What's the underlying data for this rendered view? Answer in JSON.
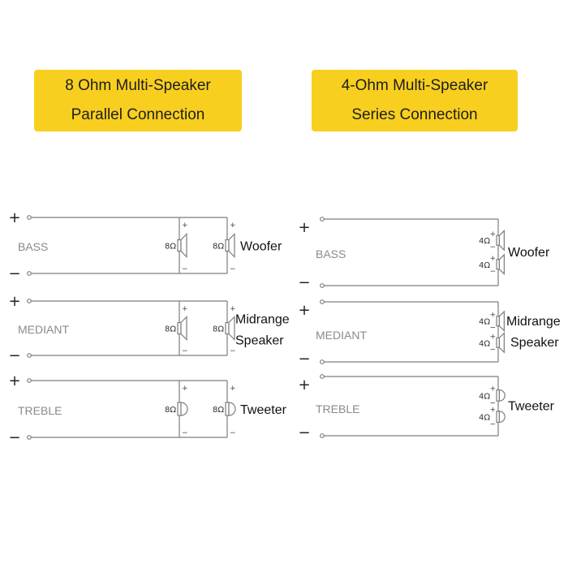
{
  "left_panel": {
    "title_line1": "8 Ohm Multi-Speaker",
    "title_line2": "Parallel Connection",
    "rows": [
      {
        "band": "BASS",
        "impedance": "8Ω",
        "label_lines": [
          "Woofer"
        ]
      },
      {
        "band": "MEDIANT",
        "impedance": "8Ω",
        "label_lines": [
          "Midrange",
          "Speaker"
        ]
      },
      {
        "band": "TREBLE",
        "impedance": "8Ω",
        "label_lines": [
          "Tweeter"
        ]
      }
    ]
  },
  "right_panel": {
    "title_line1": "4-Ohm Multi-Speaker",
    "title_line2": "Series Connection",
    "rows": [
      {
        "band": "BASS",
        "impedance": "4Ω",
        "label_lines": [
          "Woofer"
        ]
      },
      {
        "band": "MEDIANT",
        "impedance": "4Ω",
        "label_lines": [
          "Midrange",
          "Speaker"
        ]
      },
      {
        "band": "TREBLE",
        "impedance": "4Ω",
        "label_lines": [
          "Tweeter"
        ]
      }
    ]
  },
  "symbols": {
    "plus": "+",
    "minus": "−",
    "small_plus": "+",
    "small_minus": "−"
  },
  "colors": {
    "title_box": "#f8cf1e",
    "wire": "#7d7d7d"
  }
}
